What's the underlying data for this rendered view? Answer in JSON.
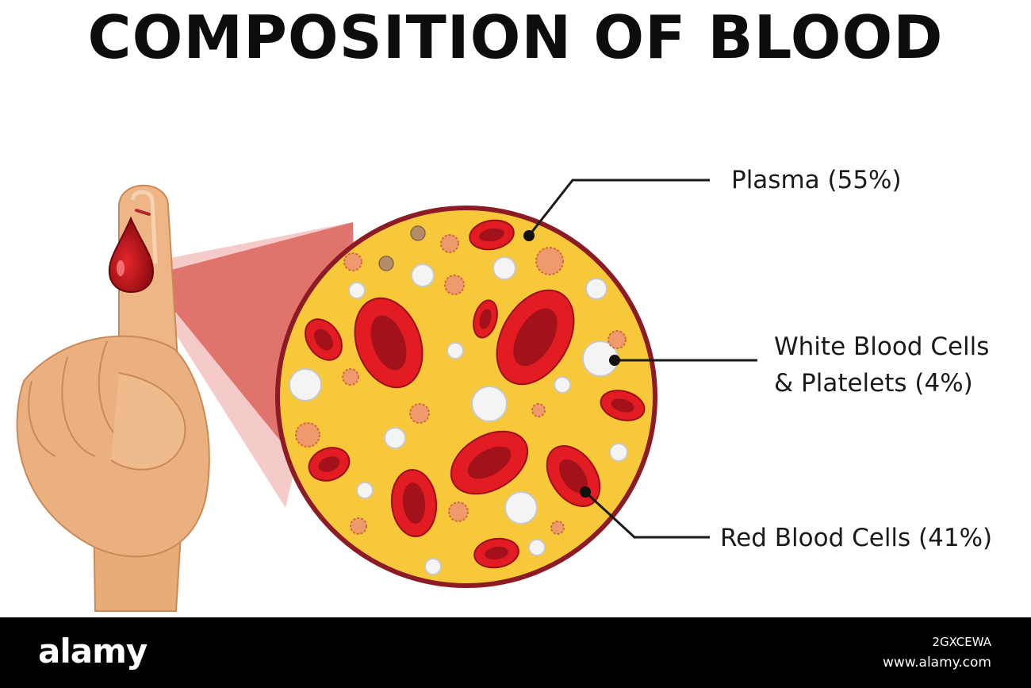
{
  "title": "COMPOSITION OF BLOOD",
  "labels": {
    "plasma": "Plasma (55%)",
    "wbc_line1": "White Blood Cells",
    "wbc_line2": "& Platelets (4%)",
    "rbc": "Red Blood Cells (41%)"
  },
  "footer": {
    "brand": "alamy",
    "image_id": "2GXCEWA",
    "site": "www.alamy.com"
  },
  "colors": {
    "plasma": "#F6C83A",
    "red_cell": "#D8141C",
    "white_cell": "#F4F4F4",
    "platelet": "#EE9A6C",
    "skin": "#ECB383",
    "circle_border": "#8C1B25"
  }
}
